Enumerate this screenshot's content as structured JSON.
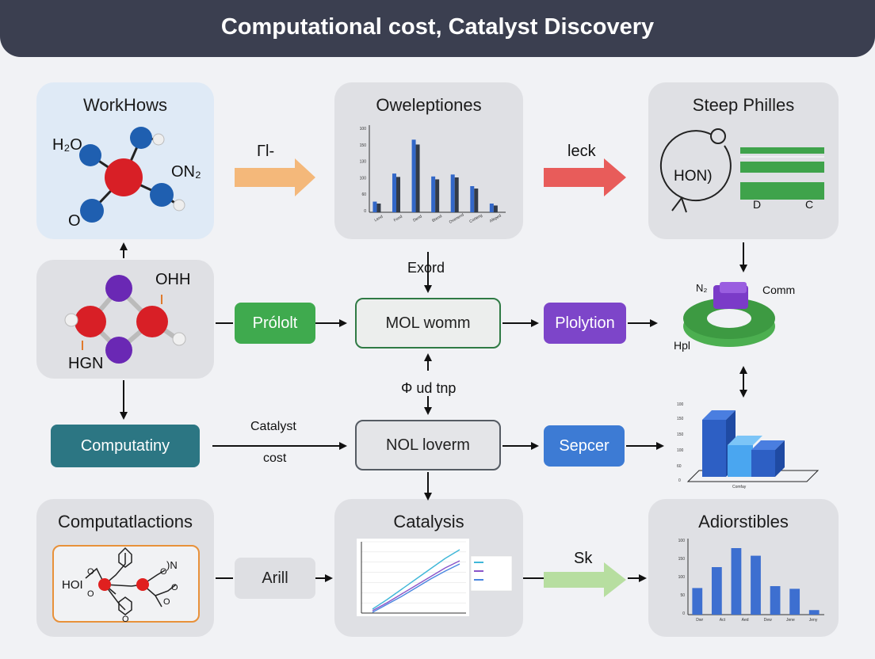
{
  "title": "Computational cost, Catalyst Discovery",
  "panels": {
    "workflows": {
      "title": "WorkHows",
      "labels": {
        "h2o": "H₂O",
        "on2": "ON₂",
        "o": "O"
      }
    },
    "oweleptiones": {
      "title": "Oweleptiones",
      "ticks": [
        "100",
        "150",
        "130",
        "100",
        "60",
        "0"
      ],
      "categories": [
        "Lend",
        "Fond",
        "Dend",
        "Brend",
        "Ovenend",
        "Corteng",
        "Afeped"
      ]
    },
    "steep": {
      "title": "Steep Philles",
      "ring": "HON)",
      "bar_labels": [
        "D",
        "C"
      ]
    },
    "molecule2": {
      "labels": {
        "ohh": "OHH",
        "hgn": "HGN"
      }
    },
    "computatlactions": {
      "title": "Computatlactions",
      "labels": {
        "hoi": "HOI",
        "on": ")N",
        "o1": "O",
        "o2": "O",
        "o3": "O",
        "o4": "O",
        "o5": "O",
        "o6": "O"
      }
    },
    "catalysis": {
      "title": "Catalysis"
    },
    "adiorstibles": {
      "title": "Adiorstibles",
      "ticks": [
        "100",
        "150",
        "100",
        "50",
        "0"
      ],
      "categories": [
        "Dwr",
        "Act",
        "Aed",
        "Dew",
        "Jene",
        "Jeny"
      ]
    }
  },
  "arrows": {
    "top_left": "Γl-",
    "top_right": "leck",
    "bottom_right": "Sk"
  },
  "nodes": {
    "prolott": "Prólolt",
    "mol_womm": "MOL womm",
    "plolytion": "Plolytion",
    "computatiny": "Computatiny",
    "nol_loverm": "NOL loverm",
    "sepcer": "Sepcer",
    "arill": "Arill"
  },
  "edge_labels": {
    "exord": "Exord",
    "ud_tnp": "Φ ud tnp",
    "catalyst": "Catalyst",
    "cost": "cost",
    "comm": "Comm",
    "n2": "N₂",
    "hpl": "Hpl",
    "comfay": "Comfay"
  },
  "mini_bar3d": {
    "ticks": [
      "100",
      "150",
      "150",
      "100",
      "60",
      "0"
    ]
  },
  "colors": {
    "header": "#3b3f50",
    "green": "#3faa4e",
    "purple": "#7d45c9",
    "blue": "#3d7bd4",
    "teal": "#2c7683",
    "red": "#e05c5a",
    "orange": "#f4b87a"
  },
  "chart_data": [
    {
      "type": "bar",
      "title": "Oweleptiones",
      "categories": [
        "Lend",
        "Fond",
        "Dend",
        "Brend",
        "Ovenend",
        "Corteng",
        "Afeped"
      ],
      "series": [
        {
          "values": [
            22,
            80,
            150,
            74,
            78,
            54,
            18
          ]
        },
        {
          "values": [
            18,
            73,
            140,
            68,
            72,
            49,
            14
          ]
        }
      ],
      "ylim": [
        0,
        180
      ]
    },
    {
      "type": "bar",
      "title": "Adiorstibles",
      "categories": [
        "Dwr",
        "Act",
        "Aed",
        "Dew",
        "Jene",
        "Jeny"
      ],
      "values": [
        70,
        125,
        175,
        155,
        75,
        68,
        12
      ],
      "ylim": [
        0,
        200
      ]
    },
    {
      "type": "line",
      "title": "Catalysis",
      "x": [
        0,
        1,
        2,
        3,
        4,
        5,
        6
      ],
      "series": [
        {
          "values": [
            5,
            17,
            30,
            43,
            56,
            69,
            80
          ]
        },
        {
          "values": [
            3,
            13,
            24,
            35,
            46,
            57,
            66
          ]
        },
        {
          "values": [
            1,
            11,
            21,
            32,
            43,
            53,
            62
          ]
        }
      ],
      "ylim": [
        0,
        90
      ]
    }
  ]
}
